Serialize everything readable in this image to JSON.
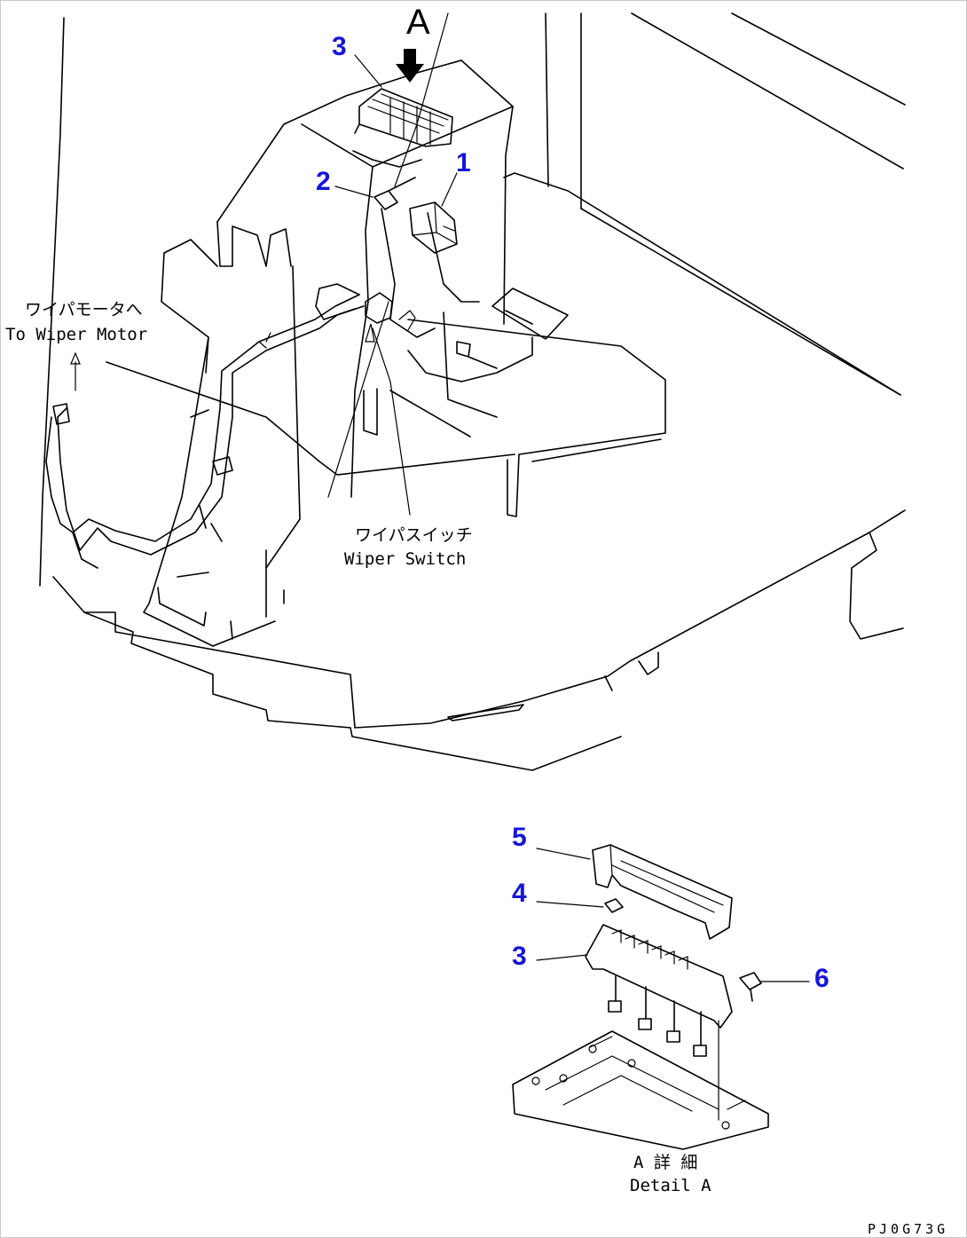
{
  "view_letter": "A",
  "callouts": [
    "1",
    "2",
    "3",
    "3",
    "4",
    "5",
    "6"
  ],
  "labels": {
    "wiper_motor_jp": "ワイパモータへ",
    "wiper_motor_en": "To Wiper Motor",
    "wiper_switch_jp": "ワイパスイッチ",
    "wiper_switch_en": "Wiper Switch",
    "detail_jp": "A 詳 細",
    "detail_en": "Detail A"
  },
  "drawing_code": "PJ0G73G"
}
